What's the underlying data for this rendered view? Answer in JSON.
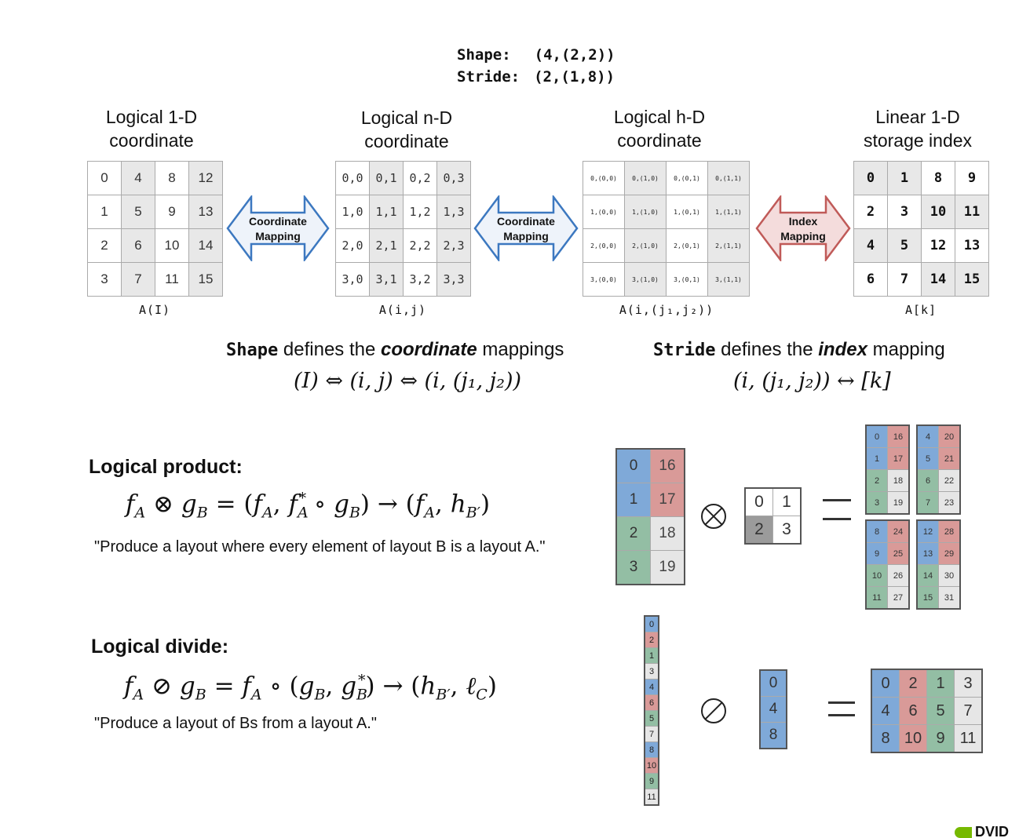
{
  "header": {
    "shape_label": "Shape:",
    "shape_value": "(4,(2,2))",
    "stride_label": "Stride:",
    "stride_value": "(2,(1,8))"
  },
  "columns": [
    {
      "title_l1": "Logical 1-D",
      "title_l2": "coordinate",
      "caption": "A(I)"
    },
    {
      "title_l1": "Logical n-D",
      "title_l2": "coordinate",
      "caption": "A(i,j)"
    },
    {
      "title_l1": "Logical h-D",
      "title_l2": "coordinate",
      "caption": "A(i,(j₁,j₂))"
    },
    {
      "title_l1": "Linear 1-D",
      "title_l2": "storage index",
      "caption": "A[k]"
    }
  ],
  "grid_1d": [
    [
      "0",
      "4",
      "8",
      "12"
    ],
    [
      "1",
      "5",
      "9",
      "13"
    ],
    [
      "2",
      "6",
      "10",
      "14"
    ],
    [
      "3",
      "7",
      "11",
      "15"
    ]
  ],
  "grid_nd": [
    [
      "0,0",
      "0,1",
      "0,2",
      "0,3"
    ],
    [
      "1,0",
      "1,1",
      "1,2",
      "1,3"
    ],
    [
      "2,0",
      "2,1",
      "2,2",
      "2,3"
    ],
    [
      "3,0",
      "3,1",
      "3,2",
      "3,3"
    ]
  ],
  "grid_hd": [
    [
      "0,(0,0)",
      "0,(1,0)",
      "0,(0,1)",
      "0,(1,1)"
    ],
    [
      "1,(0,0)",
      "1,(1,0)",
      "1,(0,1)",
      "1,(1,1)"
    ],
    [
      "2,(0,0)",
      "2,(1,0)",
      "2,(0,1)",
      "2,(1,1)"
    ],
    [
      "3,(0,0)",
      "3,(1,0)",
      "3,(0,1)",
      "3,(1,1)"
    ]
  ],
  "grid_linear": [
    [
      "0",
      "1",
      "8",
      "9"
    ],
    [
      "2",
      "3",
      "10",
      "11"
    ],
    [
      "4",
      "5",
      "12",
      "13"
    ],
    [
      "6",
      "7",
      "14",
      "15"
    ]
  ],
  "arrows": {
    "coord1_l1": "Coordinate",
    "coord1_l2": "Mapping",
    "coord2_l1": "Coordinate",
    "coord2_l2": "Mapping",
    "index_l1": "Index",
    "index_l2": "Mapping"
  },
  "shape_note": {
    "kw": "Shape",
    "pre": " defines the ",
    "em": "coordinate",
    "post": " mappings"
  },
  "shape_formula": "(I) ⇔ (i, j) ⇔ (i, (j₁, j₂))",
  "stride_note": {
    "kw": "Stride",
    "pre": " defines the ",
    "em": "index",
    "post": " mapping"
  },
  "stride_formula": "(i, (j₁, j₂)) ↔ [k]",
  "product": {
    "title": "Logical product:",
    "quote": "\"Produce a layout where every element of layout B is a layout A.\"",
    "A": [
      [
        "0",
        "16"
      ],
      [
        "1",
        "17"
      ],
      [
        "2",
        "18"
      ],
      [
        "3",
        "19"
      ]
    ],
    "B": [
      [
        "0",
        "1"
      ],
      [
        "2",
        "3"
      ]
    ],
    "blocks": [
      [
        [
          "0",
          "16"
        ],
        [
          "1",
          "17"
        ],
        [
          "2",
          "18"
        ],
        [
          "3",
          "19"
        ]
      ],
      [
        [
          "4",
          "20"
        ],
        [
          "5",
          "21"
        ],
        [
          "6",
          "22"
        ],
        [
          "7",
          "23"
        ]
      ],
      [
        [
          "8",
          "24"
        ],
        [
          "9",
          "25"
        ],
        [
          "10",
          "26"
        ],
        [
          "11",
          "27"
        ]
      ],
      [
        [
          "12",
          "28"
        ],
        [
          "13",
          "29"
        ],
        [
          "14",
          "30"
        ],
        [
          "15",
          "31"
        ]
      ]
    ]
  },
  "divide": {
    "title": "Logical divide:",
    "quote": "\"Produce a layout of Bs from a layout A.\"",
    "column": [
      "0",
      "2",
      "1",
      "3",
      "4",
      "6",
      "5",
      "7",
      "8",
      "10",
      "9",
      "11"
    ],
    "B": [
      "0",
      "4",
      "8"
    ],
    "result": [
      [
        "0",
        "2",
        "1",
        "3"
      ],
      [
        "4",
        "6",
        "5",
        "7"
      ],
      [
        "8",
        "10",
        "9",
        "11"
      ]
    ]
  },
  "logo_text": "DVID",
  "colors": {
    "blue": "#7fa9d8",
    "red": "#d99a98",
    "green": "#93bea4",
    "light": "#e6e6e6",
    "gray": "#9b9b9b",
    "arrow_blue": "#3c78c0",
    "arrow_red": "#c05a58",
    "logo_green": "#76b900"
  }
}
